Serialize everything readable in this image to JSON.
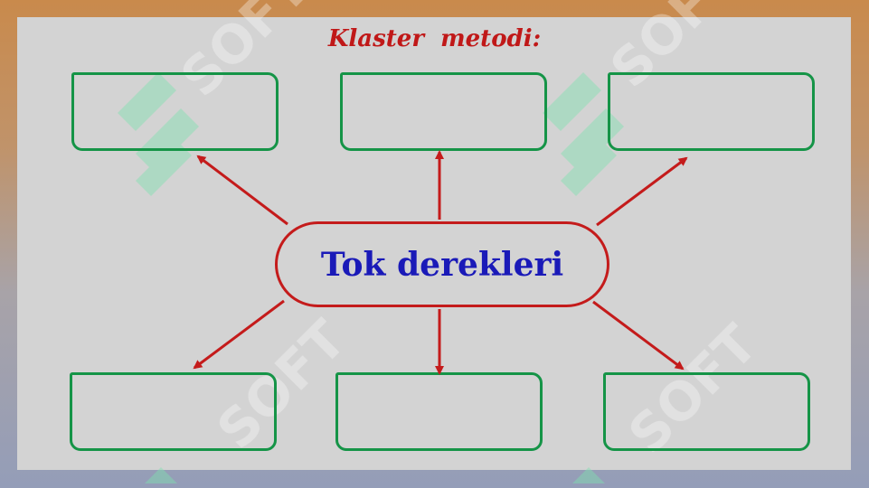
{
  "title": "Klaster  metodi:",
  "center_label": "Tok derekleri",
  "watermark_text": "SOFT",
  "colors": {
    "title": "#c01818",
    "arrows": "#c41b1b",
    "boxes": "#159447",
    "center_text": "#1a1ab8",
    "slide_background": "#d3d3d3"
  },
  "empty_boxes": 6,
  "arrows": [
    {
      "from": "center",
      "to": "box-top-left"
    },
    {
      "from": "center",
      "to": "box-top-middle"
    },
    {
      "from": "center",
      "to": "box-top-right"
    },
    {
      "from": "center",
      "to": "box-bottom-left"
    },
    {
      "from": "center",
      "to": "box-bottom-middle"
    },
    {
      "from": "center",
      "to": "box-bottom-right"
    }
  ]
}
